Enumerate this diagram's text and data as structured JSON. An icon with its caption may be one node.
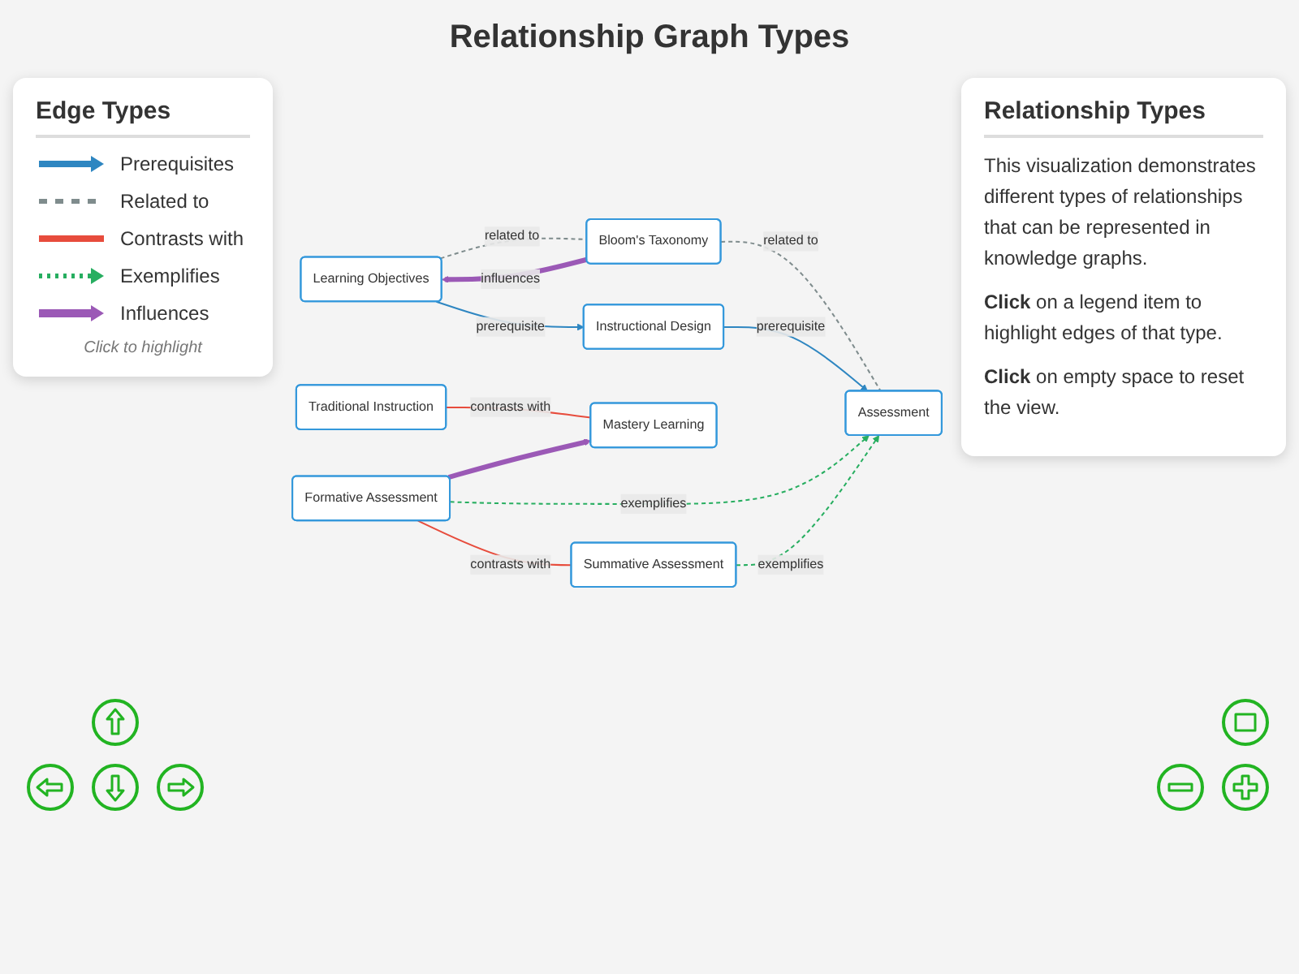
{
  "diagram": {
    "title": "Relationship Graph Types",
    "nodes": [
      {
        "text": [
          "Learning Objectives"
        ]
      },
      {
        "text": [
          "Bloom's Taxonomy"
        ]
      },
      {
        "text": [
          "Assessment"
        ]
      },
      {
        "text": [
          "Instructional Design"
        ]
      },
      {
        "text": [
          "Traditional Instruction"
        ]
      },
      {
        "text": [
          "Mastery Learning"
        ]
      },
      {
        "text": [
          "Formative Assessment"
        ]
      },
      {
        "text": [
          "Summative Assessment"
        ]
      }
    ],
    "edges": [
      {
        "from": 0,
        "to": 1,
        "arrow": "none",
        "label": "related to",
        "style": "dashed",
        "color": "#7f8c8d"
      },
      {
        "from": 1,
        "to": 0,
        "arrow": "to",
        "label": "influences",
        "style": "thick",
        "color": "#9b59b6"
      },
      {
        "from": 1,
        "to": 2,
        "arrow": "none",
        "label": "related to",
        "style": "dashed",
        "color": "#7f8c8d"
      },
      {
        "from": 0,
        "to": 3,
        "arrow": "to",
        "label": "prerequisite",
        "color": "#2e86c1"
      },
      {
        "from": 3,
        "to": 2,
        "arrow": "to",
        "label": "prerequisite",
        "color": "#2e86c1"
      },
      {
        "from": 6,
        "to": 2,
        "arrow": "to",
        "label": "exemplifies",
        "style": "dashed",
        "color": "#27ae60"
      },
      {
        "from": 7,
        "to": 2,
        "arrow": "to",
        "label": "exemplifies",
        "style": "dashed",
        "color": "#27ae60"
      },
      {
        "from": 4,
        "to": 5,
        "arrow": "none",
        "label": "contrasts with",
        "color": "#e74c3c"
      },
      {
        "from": 6,
        "to": 7,
        "arrow": "none",
        "label": "contrasts with",
        "color": "#e74c3c"
      },
      {
        "from": 6,
        "to": 5,
        "arrow": "to",
        "style": "thick",
        "color": "#9b59b6"
      }
    ],
    "labels": [
      "Edge Types",
      "Click to highlight",
      "Relationship Types",
      "This visualization demonstrates different types of relationships that can be represented in knowledge graphs.",
      "**Click** on a legend item to highlight edges of that type.",
      "**Click** on empty space to reset the view."
    ],
    "legend": [
      {
        "text": "Prerequisites"
      },
      {
        "text": "Related to"
      },
      {
        "text": "Contrasts with"
      },
      {
        "text": "Exemplifies"
      },
      {
        "text": "Influences"
      }
    ]
  }
}
